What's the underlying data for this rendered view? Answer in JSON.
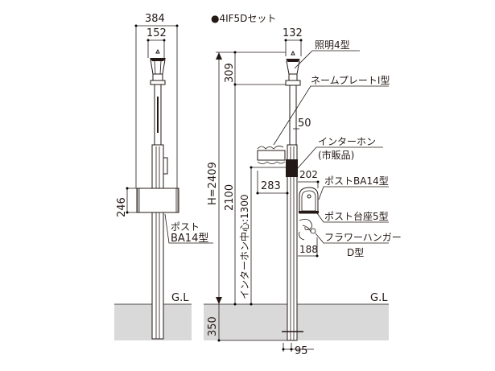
{
  "title": "●4IF5Dセット",
  "ground_label": "G.L",
  "left_view": {
    "dim_width_total": "384",
    "dim_lamp_width": "152",
    "dim_post_height": "246",
    "post_label_line1": "ポスト",
    "post_label_line2": "BA14型"
  },
  "right_view": {
    "dim_lamp_width": "132",
    "dim_lamp_height": "309",
    "dim_total_height": "H=2409",
    "dim_2100": "2100",
    "dim_intercom_center": "インターホン中心:1300",
    "dim_50": "50",
    "dim_283": "283",
    "dim_202": "202",
    "dim_188": "188",
    "dim_burial": "350",
    "dim_pole_width": "95",
    "labels": {
      "lamp": "照明4型",
      "nameplate": "ネームプレートI型",
      "intercom_line1": "インターホン",
      "intercom_line2": "(市販品)",
      "post": "ポストBA14型",
      "post_base": "ポスト台座5型",
      "hanger_line1": "フラワーハンガー",
      "hanger_line2": "D型"
    }
  },
  "colors": {
    "ground": "#d9d9d9",
    "line": "#231815"
  }
}
